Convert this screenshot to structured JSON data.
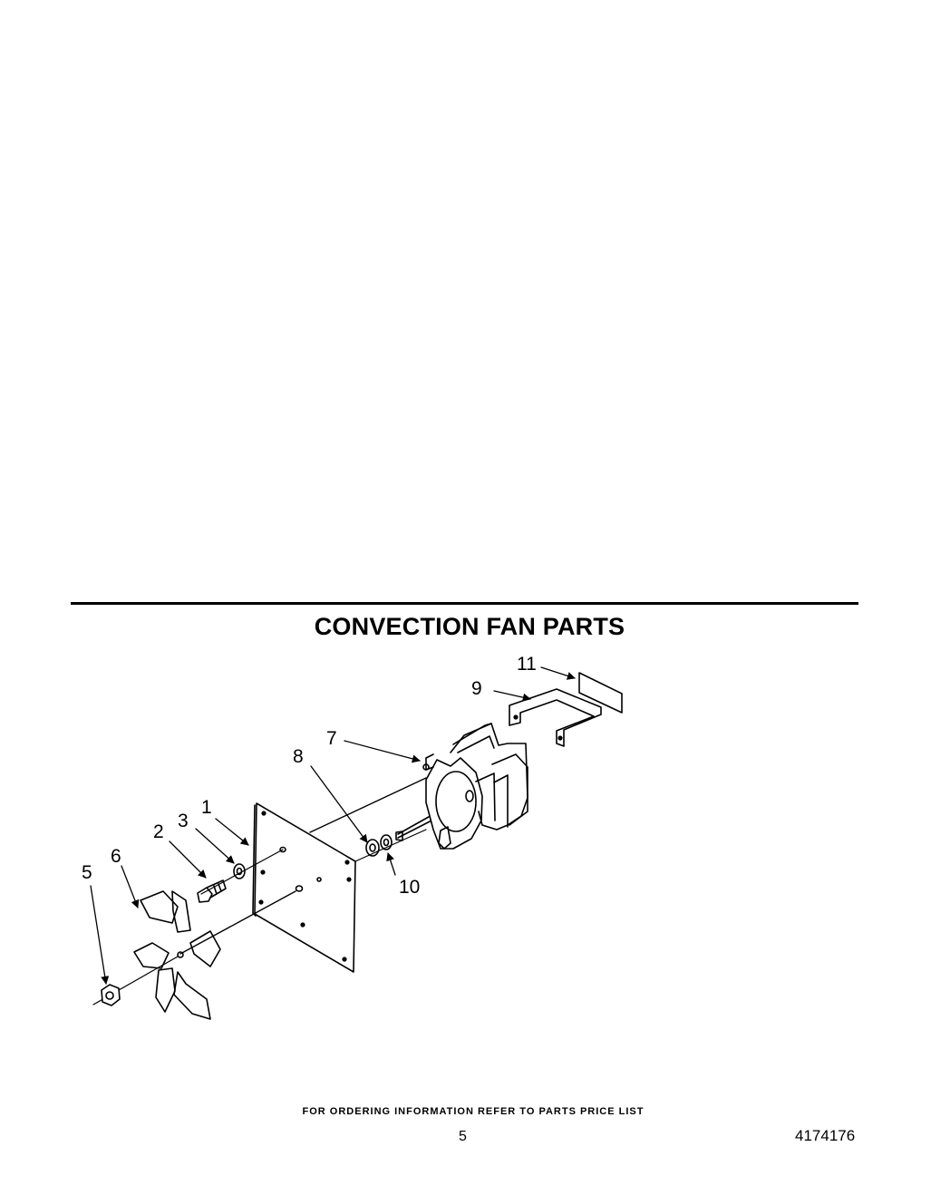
{
  "title": "CONVECTION FAN PARTS",
  "callouts": {
    "c1": "1",
    "c2": "2",
    "c3": "3",
    "c5": "5",
    "c6": "6",
    "c7": "7",
    "c8": "8",
    "c9": "9",
    "c10": "10",
    "c11": "11"
  },
  "footer": {
    "ordering_note": "FOR ORDERING INFORMATION REFER TO PARTS PRICE LIST",
    "page_number": "5",
    "document_number": "4174176"
  }
}
